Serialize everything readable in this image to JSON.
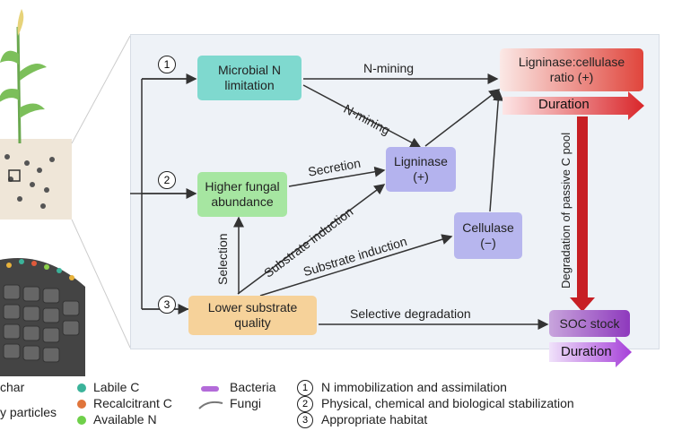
{
  "diagram": {
    "boxes": {
      "microbial_n": "Microbial N limitation",
      "fungal": "Higher fungal abundance",
      "substrate": "Lower substrate quality",
      "ligninase": "Ligninase (+)",
      "cellulase": "Cellulase (−)",
      "ratio": "Ligninase:cellulase ratio (+)",
      "soc": "SOC stock"
    },
    "numbers": [
      "1",
      "2",
      "3"
    ],
    "arrow_labels": {
      "n_mining_top": "N-mining",
      "n_mining_diag": "N-mining",
      "secretion": "Secretion",
      "substrate_induction_1": "Substrate induction",
      "substrate_induction_2": "Substrate induction",
      "selection": "Selection",
      "selective_degradation": "Selective degradation",
      "degradation_passive": "Degradation of passive C pool",
      "duration_top": "Duration",
      "duration_bottom": "Duration"
    },
    "colors": {
      "teal": "#7fd9cf",
      "green": "#9ee39a",
      "orange": "#f6d29a",
      "blue": "#a9a8e8",
      "red": "#d9262a",
      "purple": "#9a3fc2",
      "panel": "#eef2f7"
    }
  },
  "legend": {
    "col1": [
      "char",
      "y particles"
    ],
    "col2": [
      "Labile C",
      "Recalcitrant C",
      "Available N"
    ],
    "col3": [
      "Bacteria",
      "Fungi"
    ],
    "col4": [
      {
        "num": "1",
        "text": "N immobilization and assimilation"
      },
      {
        "num": "2",
        "text": "Physical, chemical and biological stabilization"
      },
      {
        "num": "3",
        "text": "Appropriate habitat"
      }
    ]
  }
}
